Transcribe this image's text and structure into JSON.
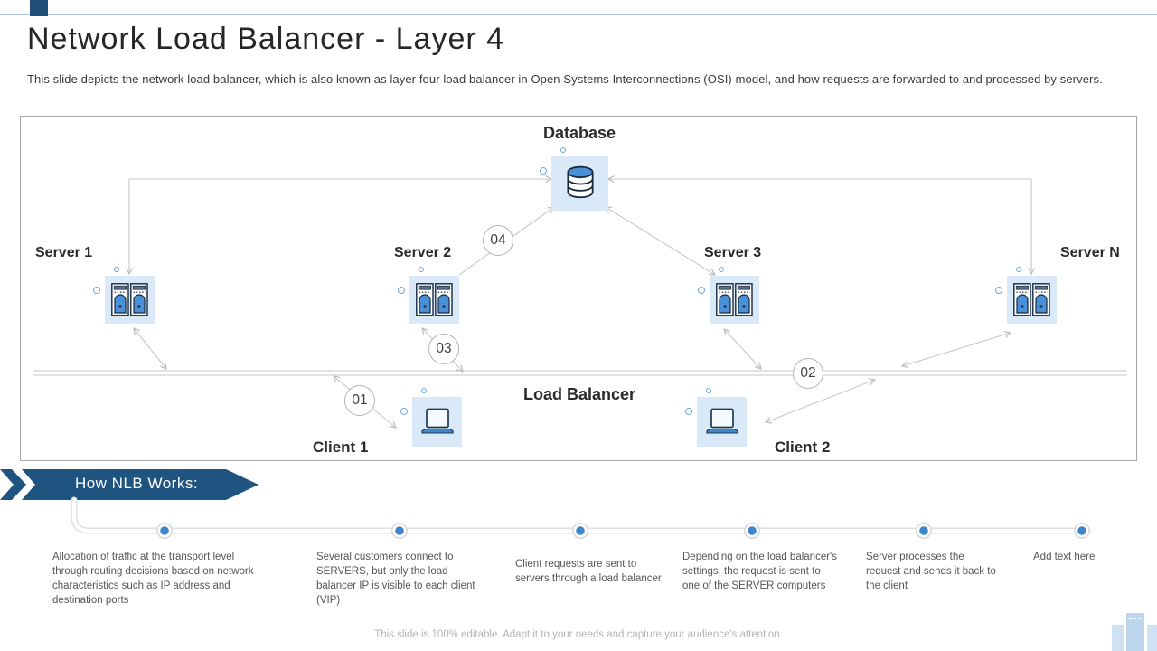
{
  "slide": {
    "title": "Network Load Balancer - Layer 4",
    "subtitle": "This slide depicts the network load balancer, which is also known as layer four load balancer in Open Systems Interconnections (OSI) model, and how requests are forwarded to and processed by servers.",
    "footer": "This slide is 100% editable. Adapt it to your needs and capture your audience's attention."
  },
  "diagram": {
    "database_label": "Database",
    "load_balancer_label": "Load Balancer",
    "server_labels": [
      "Server 1",
      "Server 2",
      "Server 3",
      "Server N"
    ],
    "client_labels": [
      "Client 1",
      "Client 2"
    ],
    "badges": [
      "01",
      "02",
      "03",
      "04"
    ]
  },
  "how_nlb": {
    "banner_label": "How NLB Works:",
    "steps": [
      "Allocation of traffic at the transport level through routing decisions based on network characteristics such as IP address and destination ports",
      "Several customers connect to SERVERS, but only the load balancer IP is visible to each client (VIP)",
      "Client requests are sent to servers through a load balancer",
      "Depending on the load balancer's settings, the request is sent to one of the SERVER computers",
      "Server processes the request and sends it back to the client",
      "Add text here"
    ]
  },
  "colors": {
    "accent_navy": "#1F4E79",
    "accent_blue": "#3E86CA",
    "tile_bg": "#D9E9F7",
    "line_gray": "#C7C7C7",
    "top_line_blue": "#A9C8E0"
  }
}
